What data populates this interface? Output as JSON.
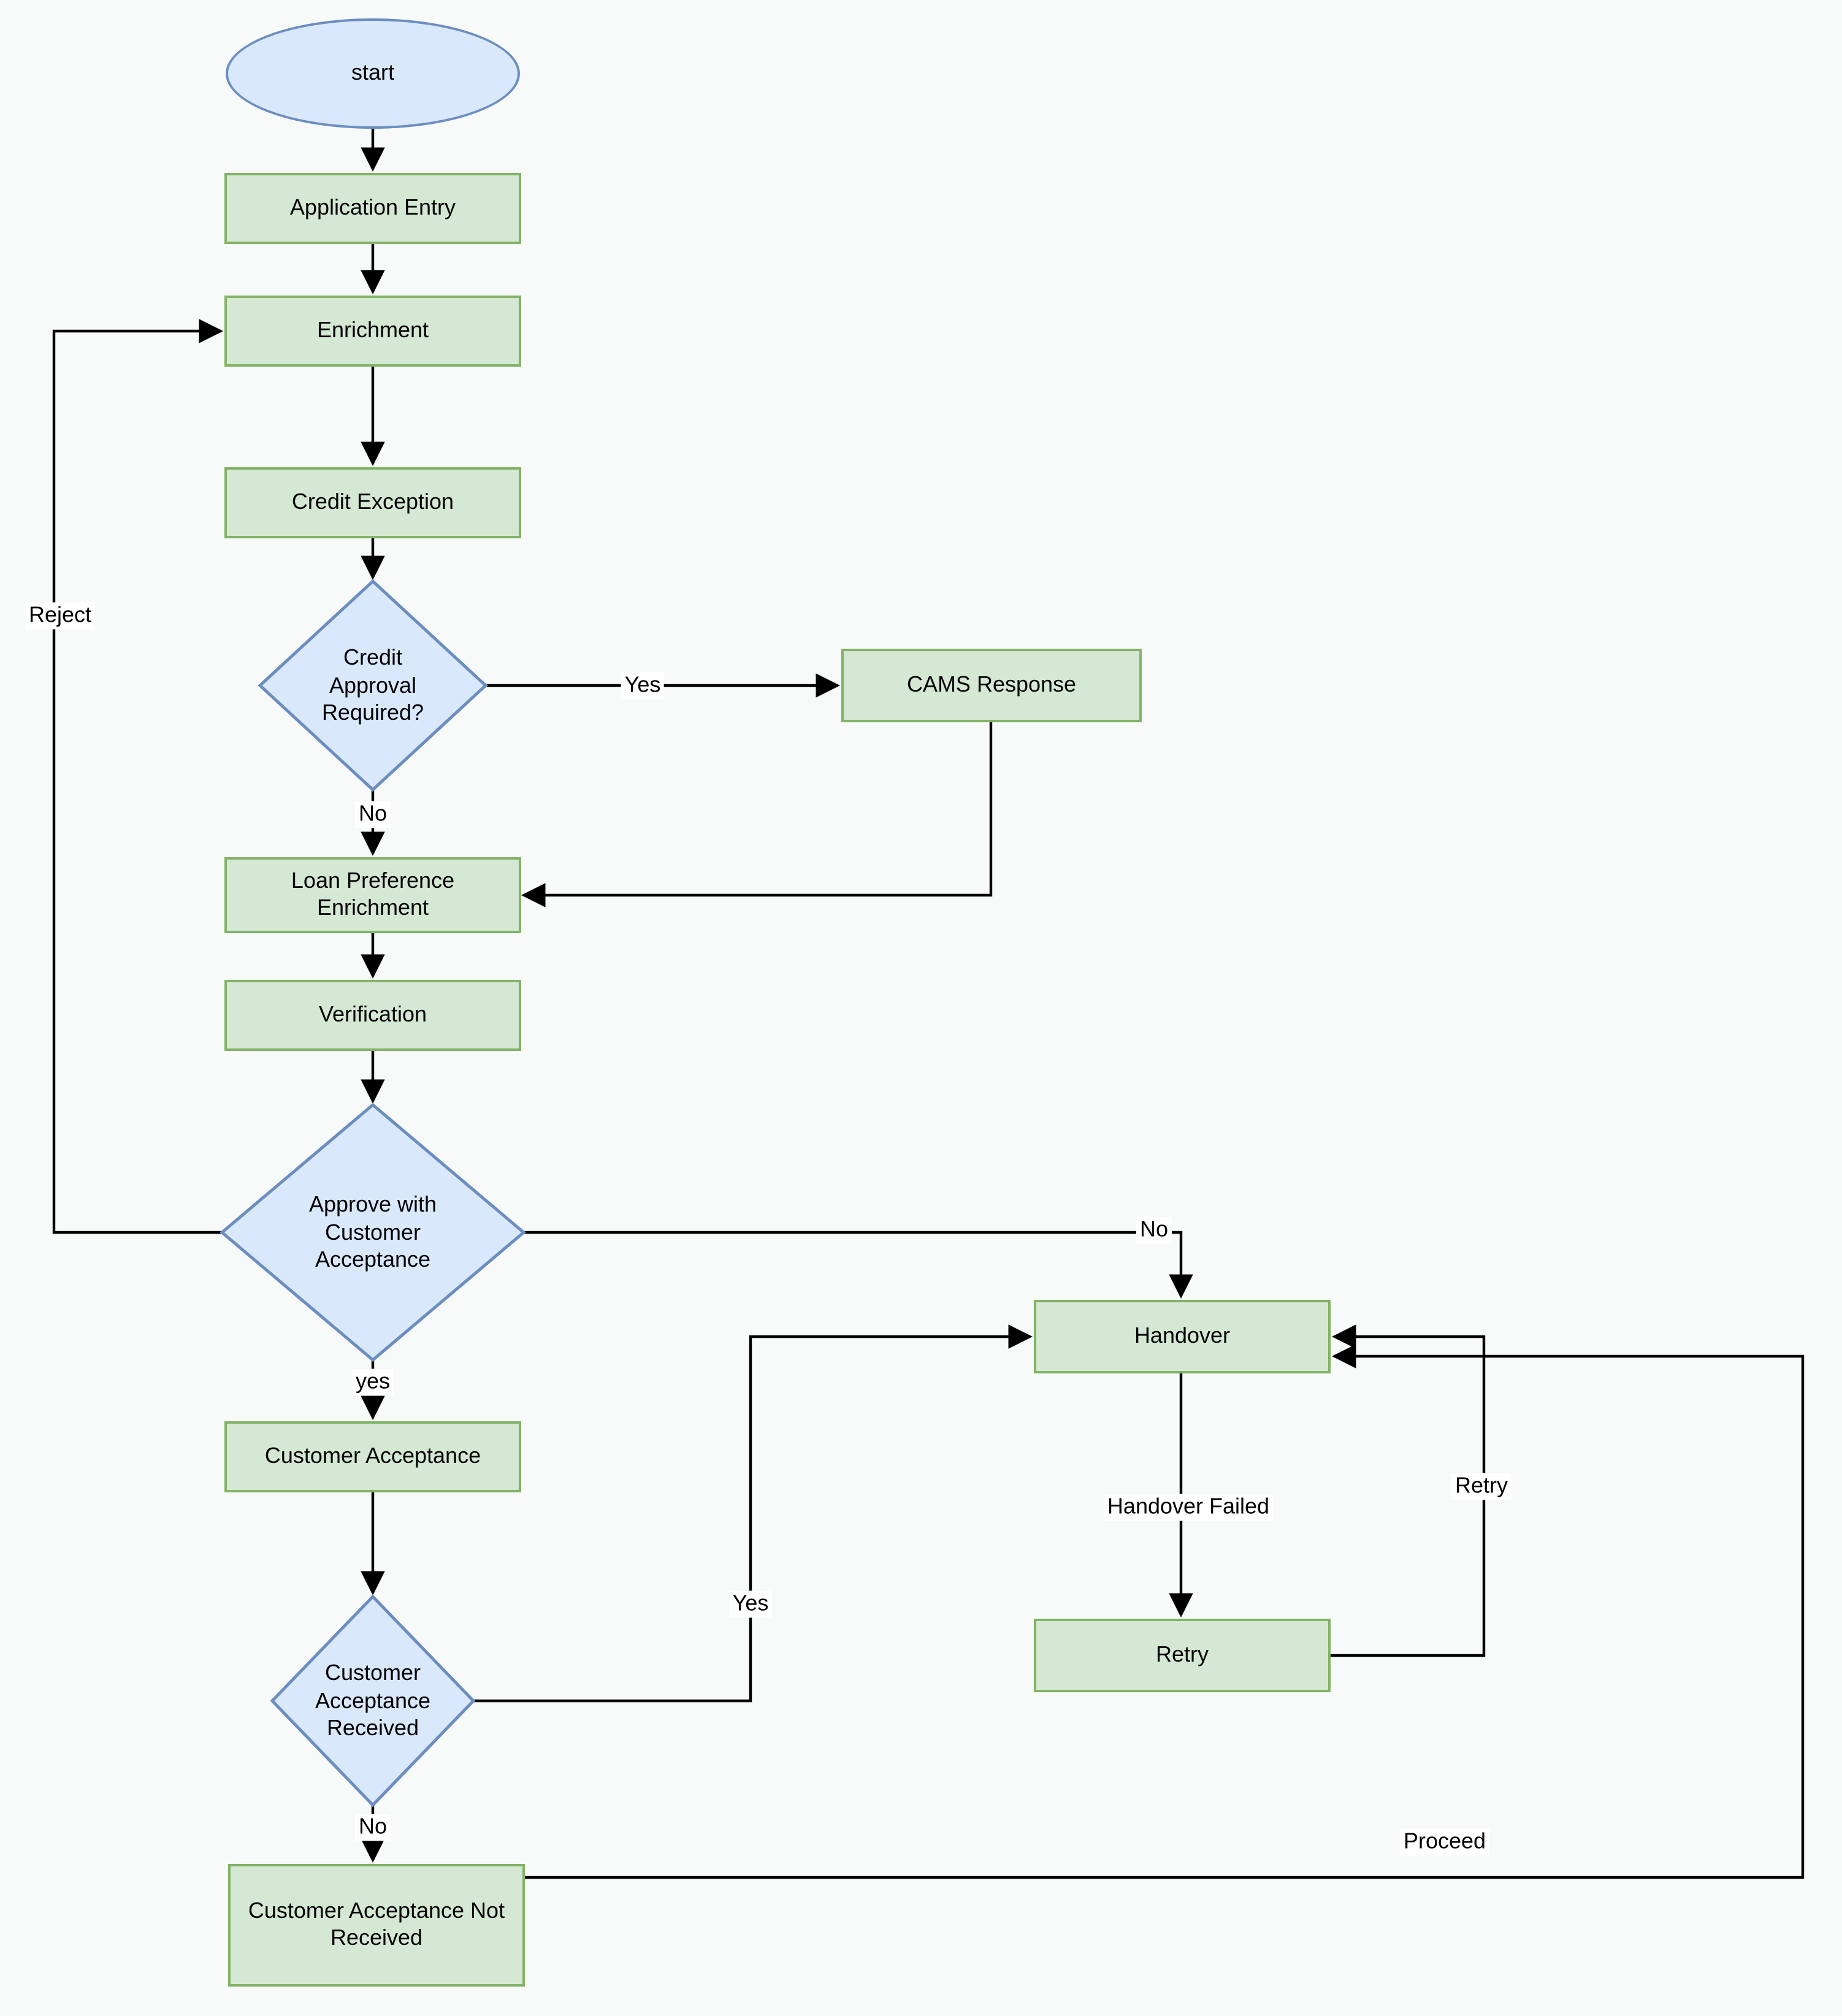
{
  "diagram": {
    "kind": "flowchart",
    "background": "#f8f9f9",
    "palette": {
      "process_fill": "#d5e8d4",
      "process_stroke": "#82b366",
      "terminal_and_decision_fill": "#dae8fc",
      "terminal_and_decision_stroke": "#6c8ebf",
      "edge_color": "#000000",
      "edge_label_background": "#ffffff",
      "text_color": "#000000"
    }
  },
  "nodes": {
    "start": {
      "label": "start",
      "shape": "ellipse"
    },
    "application_entry": {
      "label": "Application Entry",
      "shape": "process"
    },
    "enrichment": {
      "label": "Enrichment",
      "shape": "process"
    },
    "credit_exception": {
      "label": "Credit Exception",
      "shape": "process"
    },
    "credit_approval_required": {
      "label": "Credit Approval Required?",
      "shape": "decision"
    },
    "cams_response": {
      "label": "CAMS Response",
      "shape": "process"
    },
    "loan_preference_enrichment": {
      "label": "Loan Preference Enrichment",
      "shape": "process"
    },
    "verification": {
      "label": "Verification",
      "shape": "process"
    },
    "approve_with_customer_acceptance": {
      "label": "Approve with Customer Acceptance",
      "shape": "decision"
    },
    "customer_acceptance": {
      "label": "Customer Acceptance",
      "shape": "process"
    },
    "customer_acceptance_received": {
      "label": "Customer Acceptance Received",
      "shape": "decision"
    },
    "handover": {
      "label": "Handover",
      "shape": "process"
    },
    "retry": {
      "label": "Retry",
      "shape": "process"
    },
    "customer_acceptance_not_received": {
      "label": "Customer Acceptance Not Received",
      "shape": "process"
    }
  },
  "edges": [
    {
      "from": "start",
      "to": "application_entry",
      "label": ""
    },
    {
      "from": "application_entry",
      "to": "enrichment",
      "label": ""
    },
    {
      "from": "enrichment",
      "to": "credit_exception",
      "label": ""
    },
    {
      "from": "credit_exception",
      "to": "credit_approval_required",
      "label": ""
    },
    {
      "from": "credit_approval_required",
      "to": "cams_response",
      "label": "Yes"
    },
    {
      "from": "credit_approval_required",
      "to": "loan_preference_enrichment",
      "label": "No"
    },
    {
      "from": "cams_response",
      "to": "loan_preference_enrichment",
      "label": ""
    },
    {
      "from": "loan_preference_enrichment",
      "to": "verification",
      "label": ""
    },
    {
      "from": "verification",
      "to": "approve_with_customer_acceptance",
      "label": ""
    },
    {
      "from": "approve_with_customer_acceptance",
      "to": "enrichment",
      "label": "Reject"
    },
    {
      "from": "approve_with_customer_acceptance",
      "to": "handover",
      "label": "No"
    },
    {
      "from": "approve_with_customer_acceptance",
      "to": "customer_acceptance",
      "label": "yes"
    },
    {
      "from": "customer_acceptance",
      "to": "customer_acceptance_received",
      "label": ""
    },
    {
      "from": "customer_acceptance_received",
      "to": "handover",
      "label": "Yes"
    },
    {
      "from": "customer_acceptance_received",
      "to": "customer_acceptance_not_received",
      "label": "No"
    },
    {
      "from": "handover",
      "to": "retry",
      "label": "Handover Failed"
    },
    {
      "from": "retry",
      "to": "handover",
      "label": "Retry"
    },
    {
      "from": "customer_acceptance_not_received",
      "to": "handover",
      "label": "Proceed"
    }
  ]
}
